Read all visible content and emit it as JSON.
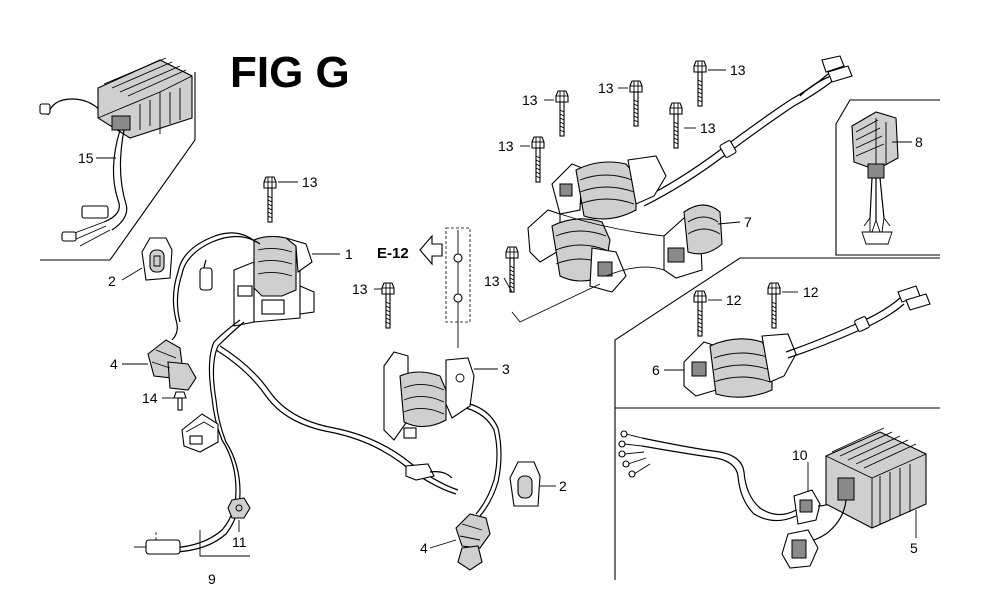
{
  "diagram": {
    "title": "FIG G",
    "reference": "E-12",
    "callouts": {
      "c1": "1",
      "c2a": "2",
      "c2b": "2",
      "c3": "3",
      "c4a": "4",
      "c4b": "4",
      "c5": "5",
      "c6": "6",
      "c7": "7",
      "c8": "8",
      "c9": "9",
      "c10": "10",
      "c11": "11",
      "c12a": "12",
      "c12b": "12",
      "c13a": "13",
      "c13b": "13",
      "c13c": "13",
      "c13d": "13",
      "c13e": "13",
      "c13f": "13",
      "c13g": "13",
      "c13h": "13",
      "c14": "14",
      "c15": "15"
    }
  }
}
